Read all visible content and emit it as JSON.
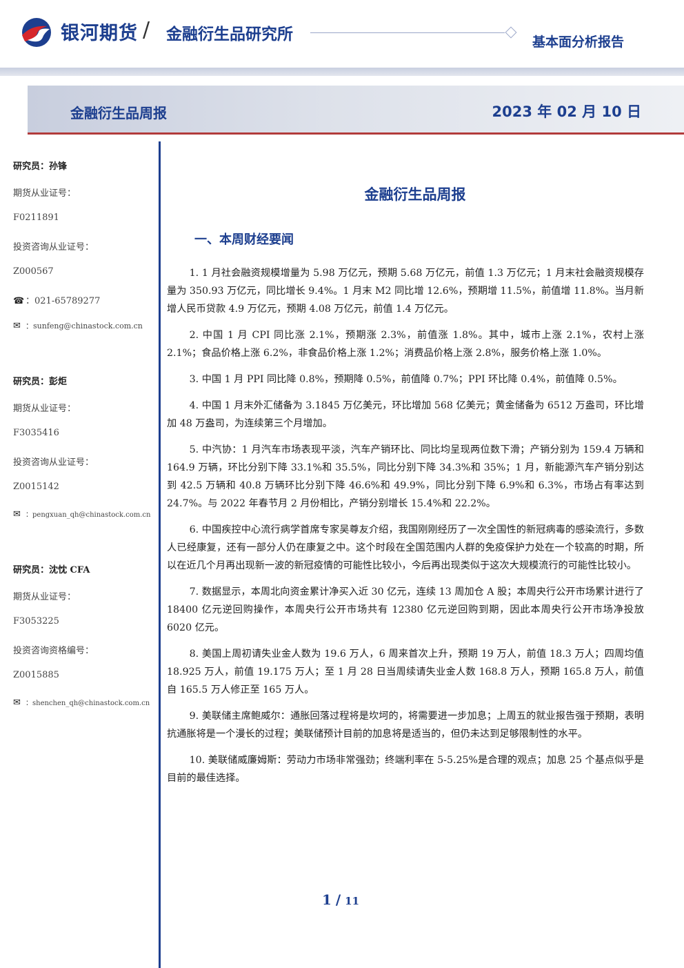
{
  "header": {
    "brand": "银河期货",
    "institute": "金融衍生品研究所",
    "report_type": "基本面分析报告"
  },
  "banner": {
    "title": "金融衍生品周报",
    "date": "2023 年 02 月 10 日"
  },
  "sidebar": {
    "researchers": [
      {
        "name": "研究员：孙锋",
        "cert_label": "期货从业证号：",
        "cert_no": "F0211891",
        "invest_label": "投资咨询从业证号：",
        "invest_no": "Z000567",
        "phone": "：021-65789277",
        "email": "：sunfeng@chinastock.com.cn"
      },
      {
        "name": "研究员：彭炬",
        "cert_label": "期货从业证号：",
        "cert_no": "F3035416",
        "invest_label": "投资咨询从业证号：",
        "invest_no": "Z0015142",
        "email": "：pengxuan_qh@chinastock.com.cn"
      },
      {
        "name": "研究员：沈忱 CFA",
        "cert_label": "期货从业证号：",
        "cert_no": "F3053225",
        "invest_label": "投资咨询资格编号：",
        "invest_no": "Z0015885",
        "email": "：shenchen_qh@chinastock.com.cn"
      }
    ]
  },
  "main": {
    "title": "金融衍生品周报",
    "section": "一、本周财经要闻",
    "paragraphs": [
      "1. 1 月社会融资规模增量为 5.98 万亿元，预期 5.68 万亿元，前值 1.3 万亿元；1 月末社会融资规模存量为 350.93 万亿元，同比增长 9.4%。1 月末 M2 同比增 12.6%，预期增 11.5%，前值增 11.8%。当月新增人民币贷款 4.9 万亿元，预期 4.08 万亿元，前值 1.4 万亿元。",
      "2. 中国 1 月 CPI 同比涨 2.1%，预期涨 2.3%，前值涨 1.8%。其中，城市上涨 2.1%，农村上涨 2.1%；食品价格上涨 6.2%，非食品价格上涨 1.2%；消费品价格上涨 2.8%，服务价格上涨 1.0%。",
      "3. 中国 1 月 PPI 同比降 0.8%，预期降 0.5%，前值降 0.7%；PPI 环比降 0.4%，前值降 0.5%。",
      "4. 中国 1 月末外汇储备为 3.1845 万亿美元，环比增加 568 亿美元；黄金储备为 6512 万盎司，环比增加 48 万盎司，为连续第三个月增加。",
      "5. 中汽协：1 月汽车市场表现平淡，汽车产销环比、同比均呈现两位数下滑；产销分别为 159.4 万辆和 164.9 万辆，环比分别下降 33.1%和 35.5%，同比分别下降 34.3%和 35%；1 月，新能源汽车产销分别达到 42.5 万辆和 40.8 万辆环比分别下降 46.6%和 49.9%，同比分别下降 6.9%和 6.3%，市场占有率达到 24.7%。与 2022 年春节月 2 月份相比，产销分别增长 15.4%和 22.2%。",
      "6. 中国疾控中心流行病学首席专家吴尊友介绍，我国刚刚经历了一次全国性的新冠病毒的感染流行，多数人已经康复，还有一部分人仍在康复之中。这个时段在全国范围内人群的免疫保护力处在一个较高的时期，所以在近几个月再出现新一波的新冠疫情的可能性比较小，今后再出现类似于这次大规模流行的可能性比较小。",
      "7. 数据显示，本周北向资金累计净买入近 30 亿元，连续 13 周加仓 A 股；本周央行公开市场累计进行了 18400 亿元逆回购操作，本周央行公开市场共有 12380 亿元逆回购到期，因此本周央行公开市场净投放 6020 亿元。",
      "8. 美国上周初请失业金人数为 19.6 万人，6 周来首次上升，预期 19 万人，前值 18.3 万人；四周均值 18.925 万人，前值 19.175 万人；至 1 月 28 日当周续请失业金人数 168.8 万人，预期 165.8 万人，前值自 165.5 万人修正至 165 万人。",
      "9. 美联储主席鲍威尔：通胀回落过程将是坎坷的，将需要进一步加息；上周五的就业报告强于预期，表明抗通胀将是一个漫长的过程；美联储预计目前的加息将是适当的，但仍未达到足够限制性的水平。",
      "10. 美联储威廉姆斯：劳动力市场非常强劲；终端利率在 5-5.25%是合理的观点；加息 25 个基点似乎是目前的最佳选择。"
    ]
  },
  "footer": {
    "page_current": "1",
    "page_sep": "/",
    "page_total": "11"
  }
}
